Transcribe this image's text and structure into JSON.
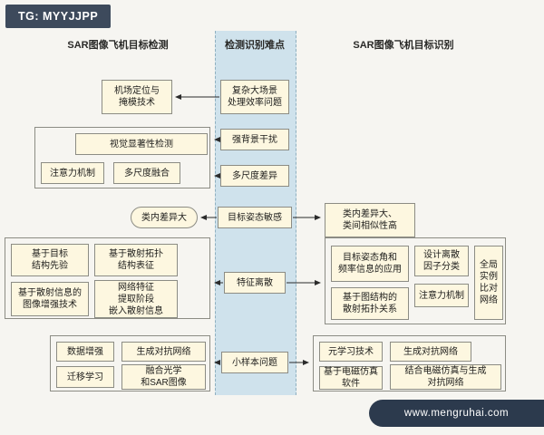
{
  "badges": {
    "top_left": "TG: MYYJJPP",
    "bottom_right": "www.mengruhai.com"
  },
  "headers": {
    "left": "SAR图像飞机目标检测",
    "center": "检测识别难点",
    "right": "SAR图像飞机目标识别"
  },
  "colors": {
    "page_bg": "#f6f5f1",
    "band_bg": "#cfe2ec",
    "node_bg": "#fdf7e0",
    "node_border": "#8c8c84",
    "badge_bg": "#3d4a5c",
    "watermark_bg": "#2c3a4d"
  },
  "difficulties": {
    "complex_scene": "复杂大场景\n处理效率问题",
    "background_clutter": "强背景干扰",
    "multiscale": "多尺度差异",
    "pose_sensitive": "目标姿态敏感",
    "feature_discrete": "特征离散",
    "small_sample": "小样本问题"
  },
  "detection": {
    "airport": "机场定位与\n掩模技术",
    "saliency_group": {
      "saliency": "视觉显著性检测",
      "attention": "注意力机制",
      "multiscale_fusion": "多尺度融合"
    },
    "intra_variance": "类内差异大",
    "structure_group": {
      "target_prior": "基于目标\n结构先验",
      "scatter_topology": "基于散射拓扑\n结构表征",
      "scatter_enhance": "基于散射信息的\n图像增强技术",
      "network_embed": "网络特征\n提取阶段\n嵌入散射信息"
    },
    "small_sample_group": {
      "augment": "数据增强",
      "gan": "生成对抗网络",
      "transfer": "迁移学习",
      "fusion": "融合光学\n和SAR图像"
    }
  },
  "recognition": {
    "intra_inter": "类内差异大、\n类间相似性高",
    "feature_group": {
      "pose_freq": "目标姿态角和\n频率信息的应用",
      "discrete_factor": "设计离散\n因子分类",
      "global_compare": "全局\n实例\n比对\n网络",
      "graph_topology": "基于图结构的\n散射拓扑关系",
      "attention": "注意力机制"
    },
    "small_sample_group": {
      "meta": "元学习技术",
      "gan": "生成对抗网络",
      "em_sim": "基于电磁仿真\n软件",
      "em_gan": "结合电磁仿真与生成\n对抗网络"
    }
  }
}
